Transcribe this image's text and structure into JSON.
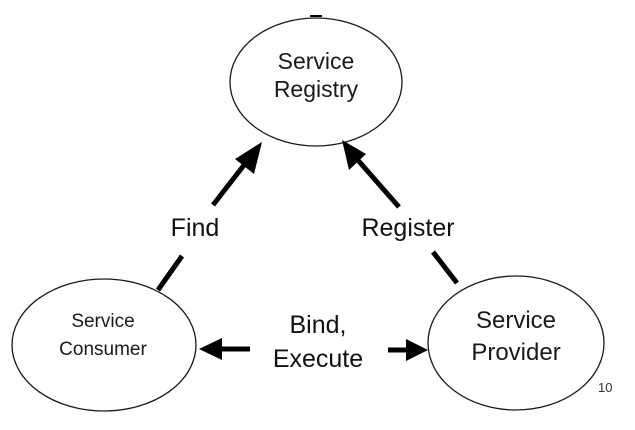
{
  "nodes": {
    "registry": {
      "lines": [
        "Service",
        "Registry"
      ]
    },
    "consumer": {
      "lines": [
        "Service",
        "Consumer"
      ]
    },
    "provider": {
      "lines": [
        "Service",
        "Provider"
      ]
    }
  },
  "edges": {
    "find": {
      "label": "Find"
    },
    "register": {
      "label": "Register"
    },
    "bind": {
      "lines": [
        "Bind,",
        "Execute"
      ]
    }
  },
  "page_number": "10",
  "colors": {
    "stroke": "#000000",
    "text": "#1a1a1a"
  }
}
